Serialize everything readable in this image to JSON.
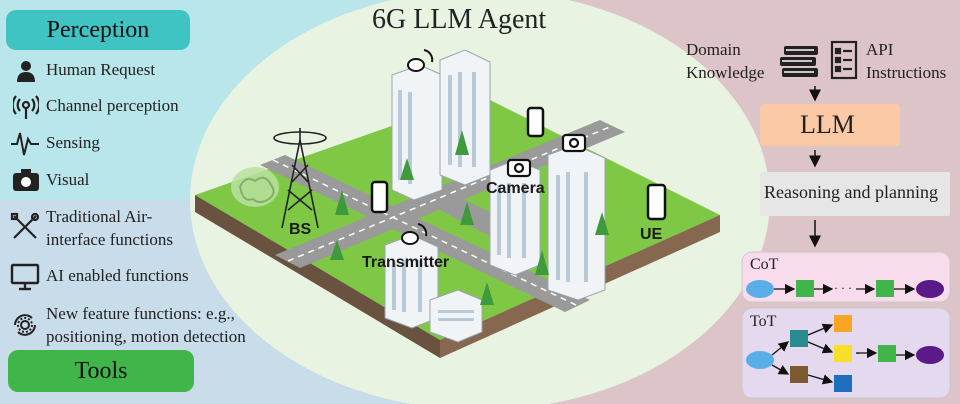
{
  "title": "6G LLM Agent",
  "left_panel": {
    "perception_title": "Perception",
    "perception_items": [
      "Human Request",
      "Channel perception",
      "Sensing",
      "Visual"
    ],
    "tool_items": [
      "Traditional Air-",
      "interface functions",
      "AI enabled functions",
      "New feature functions: e.g.,",
      "positioning, motion detection"
    ],
    "tools_title": "Tools"
  },
  "scene": {
    "bs_label": "BS",
    "camera_label": "Camera",
    "transmitter_label": "Transmitter",
    "ue_label": "UE"
  },
  "right_panel": {
    "domain_knowledge": [
      "Domain",
      "Knowledge"
    ],
    "api_instructions": [
      "API",
      "Instructions"
    ],
    "llm_label": "LLM",
    "reasoning_label": "Reasoning and planning",
    "cot_label": "CoT",
    "tot_label": "ToT"
  },
  "colors": {
    "perception_badge": "#3fc3c3",
    "tools_badge": "#3fb54a",
    "left_bg_top": "#b9e6ea",
    "left_bg_bottom": "#c9dcea",
    "right_bg": "#dcc4c8",
    "ellipse": "#e9f3e2",
    "llm_box": "#fbc9a6",
    "reasoning_box": "#e6e6e6",
    "cot_box": "#f9dcec",
    "tot_box": "#e4d9ee",
    "start_node": "#5aaee8",
    "end_node": "#5b1a8a",
    "green_node": "#3fb54a",
    "grass": "#7ec845",
    "road": "#9a9a9a"
  },
  "icons": [
    "person-icon",
    "antenna-icon",
    "pulse-icon",
    "camera-icon",
    "tools-icon",
    "monitor-icon",
    "gear-cycle-icon",
    "books-icon",
    "checklist-icon",
    "brain-icon",
    "tower-icon",
    "satellite-dish-icon",
    "phone-icon"
  ]
}
